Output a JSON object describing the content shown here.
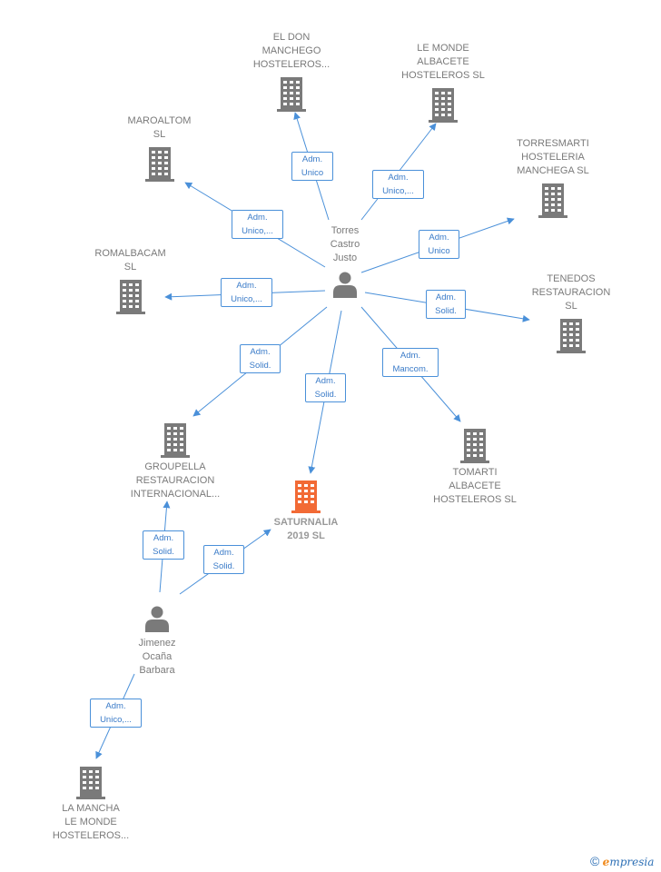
{
  "colors": {
    "edge": "#4a90d9",
    "building": "#7a7a7a",
    "focus_building": "#f26a35",
    "person": "#7a7a7a"
  },
  "persons": [
    {
      "id": "torres",
      "name": "Torres\nCastro\nJusto",
      "icon": "person-icon"
    },
    {
      "id": "jimenez",
      "name": "Jimenez\nOcaña\nBarbara",
      "icon": "person-icon"
    }
  ],
  "companies": [
    {
      "id": "don_manchego",
      "name": "EL DON\nMANCHEGO\nHOSTELEROS...",
      "icon": "building-icon"
    },
    {
      "id": "le_monde",
      "name": "LE MONDE\nALBACETE\nHOSTELEROS SL",
      "icon": "building-icon"
    },
    {
      "id": "maroaltom",
      "name": "MAROALTOM\nSL",
      "icon": "building-icon"
    },
    {
      "id": "torresmarti",
      "name": "TORRESMARTI\nHOSTELERIA\nMANCHEGA  SL",
      "icon": "building-icon"
    },
    {
      "id": "romalbacam",
      "name": "ROMALBACAM\nSL",
      "icon": "building-icon"
    },
    {
      "id": "tenedos",
      "name": "TENEDOS\nRESTAURACION\nSL",
      "icon": "building-icon"
    },
    {
      "id": "groupella",
      "name": "GROUPELLA\nRESTAURACION\nINTERNACIONAL...",
      "icon": "building-icon"
    },
    {
      "id": "tomarti",
      "name": "TOMARTI\nALBACETE\nHOSTELEROS SL",
      "icon": "building-icon"
    },
    {
      "id": "saturnalia",
      "name": "SATURNALIA\n2019  SL",
      "icon": "building-icon",
      "focus": true
    },
    {
      "id": "la_mancha",
      "name": "LA MANCHA\nLE MONDE\nHOSTELEROS...",
      "icon": "building-icon"
    }
  ],
  "relations": [
    {
      "from": "torres",
      "to": "don_manchego",
      "label": "Adm.\nUnico"
    },
    {
      "from": "torres",
      "to": "le_monde",
      "label": "Adm.\nUnico,..."
    },
    {
      "from": "torres",
      "to": "maroaltom",
      "label": "Adm.\nUnico,..."
    },
    {
      "from": "torres",
      "to": "torresmarti",
      "label": "Adm.\nUnico"
    },
    {
      "from": "torres",
      "to": "romalbacam",
      "label": "Adm.\nUnico,..."
    },
    {
      "from": "torres",
      "to": "tenedos",
      "label": "Adm.\nSolid."
    },
    {
      "from": "torres",
      "to": "groupella",
      "label": "Adm.\nSolid."
    },
    {
      "from": "torres",
      "to": "saturnalia",
      "label": "Adm.\nSolid."
    },
    {
      "from": "torres",
      "to": "tomarti",
      "label": "Adm.\nMancom."
    },
    {
      "from": "jimenez",
      "to": "groupella",
      "label": "Adm.\nSolid."
    },
    {
      "from": "jimenez",
      "to": "saturnalia",
      "label": "Adm.\nSolid."
    },
    {
      "from": "jimenez",
      "to": "la_mancha",
      "label": "Adm.\nUnico,..."
    }
  ],
  "brand": {
    "copyright": "©",
    "e": "e",
    "rest": "mpresia"
  }
}
